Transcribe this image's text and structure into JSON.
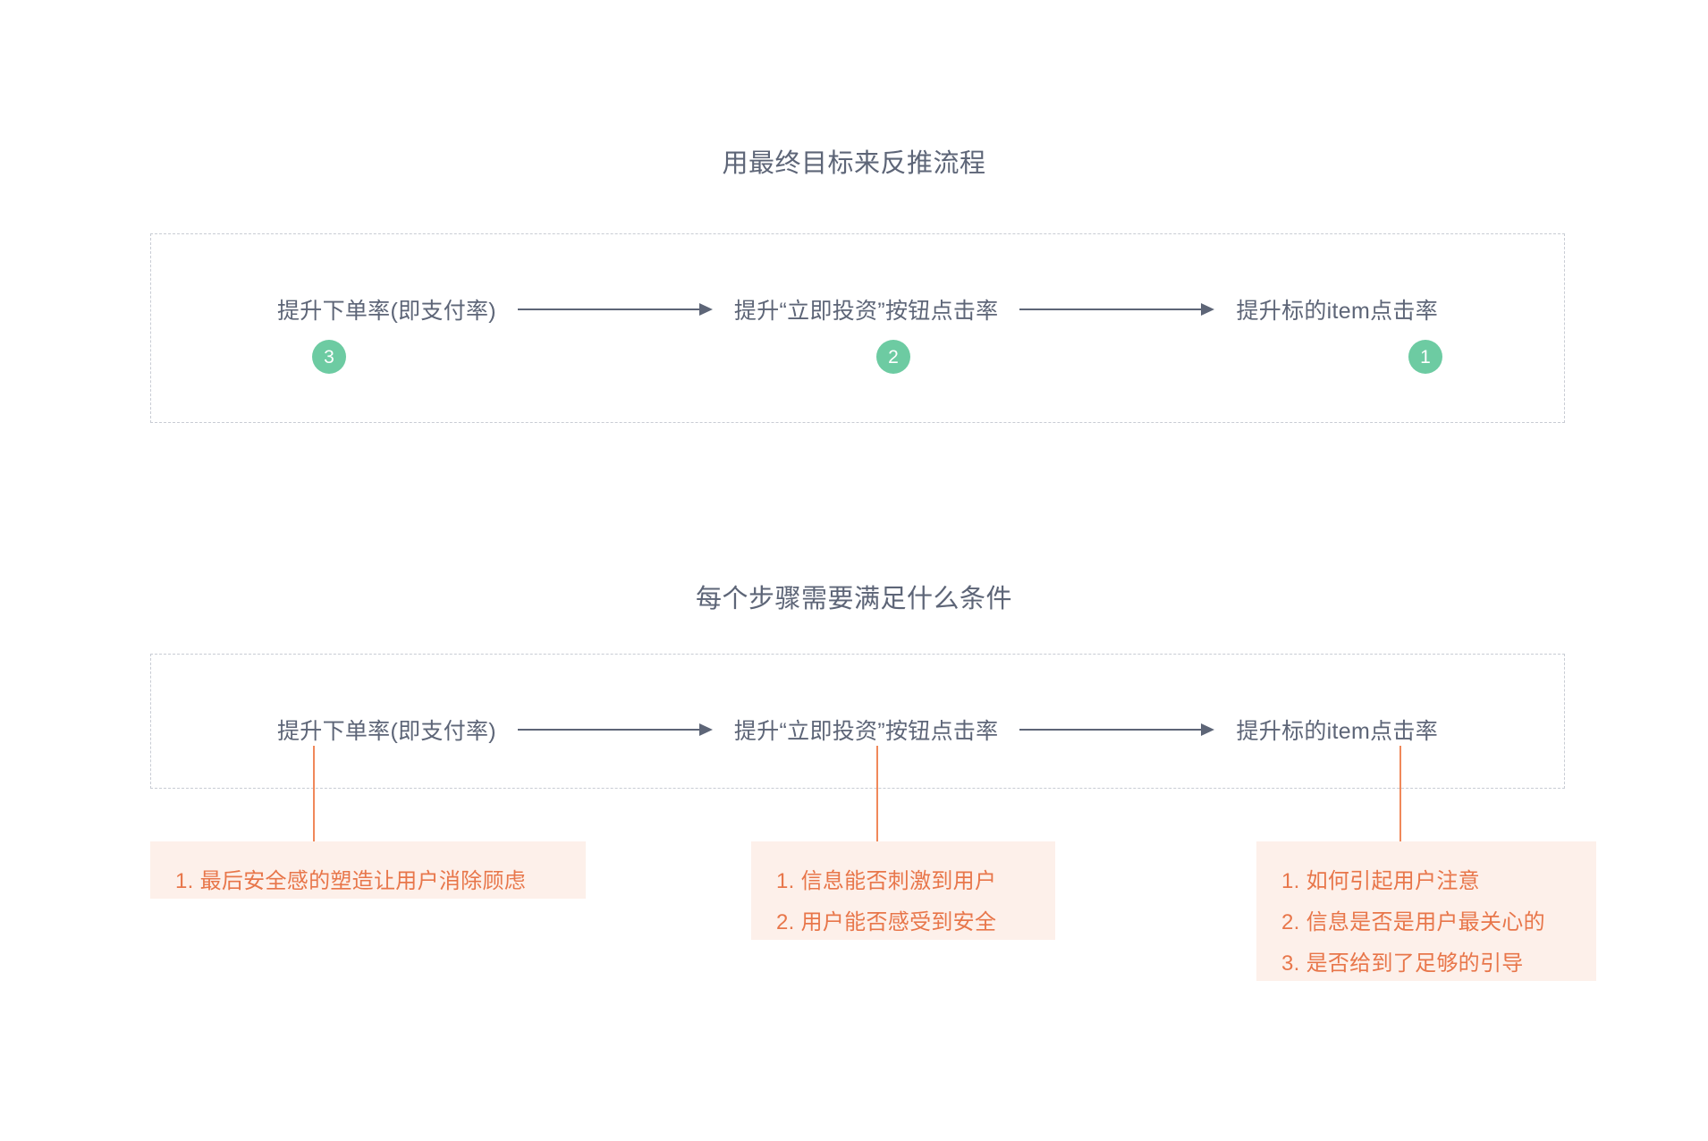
{
  "page": {
    "background": "#ffffff",
    "text_color": "#5d6577",
    "accent_green": "#6dcba2",
    "accent_orange": "#e8764a",
    "note_bg": "#fdf0ea",
    "dashed_border": "#c8ccd4"
  },
  "sections": [
    {
      "title": "用最终目标来反推流程",
      "nodes": [
        {
          "label": "提升下单率(即支付率)",
          "badge": "3"
        },
        {
          "label": "提升“立即投资”按钮点击率",
          "badge": "2"
        },
        {
          "label": "提升标的item点击率",
          "badge": "1"
        }
      ]
    },
    {
      "title": "每个步骤需要满足什么条件",
      "nodes": [
        {
          "label": "提升下单率(即支付率)"
        },
        {
          "label": "提升“立即投资”按钮点击率"
        },
        {
          "label": "提升标的item点击率"
        }
      ],
      "notes": [
        {
          "lines": [
            "1. 最后安全感的塑造让用户消除顾虑"
          ]
        },
        {
          "lines": [
            "1. 信息能否刺激到用户",
            "2. 用户能否感受到安全"
          ]
        },
        {
          "lines": [
            "1. 如何引起用户注意",
            "2. 信息是否是用户最关心的",
            "3. 是否给到了足够的引导"
          ]
        }
      ]
    }
  ],
  "icons": {
    "arrow": "arrow-right-icon"
  }
}
